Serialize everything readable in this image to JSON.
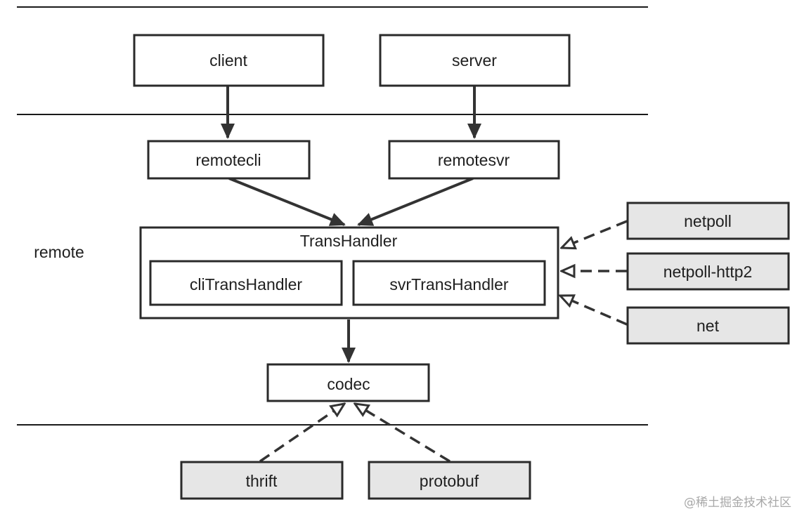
{
  "colors": {
    "box_fill": "#ffffff",
    "impl_box_fill": "#e6e6e6",
    "stroke": "#2a2a2a",
    "watermark": "#a8a8a8"
  },
  "layers": {
    "remote_label": "remote"
  },
  "boxes": {
    "client": "client",
    "server": "server",
    "remotecli": "remotecli",
    "remotesvr": "remotesvr",
    "trans_handler": "TransHandler",
    "cli_trans_handler": "cliTransHandler",
    "svr_trans_handler": "svrTransHandler",
    "codec": "codec",
    "netpoll": "netpoll",
    "netpoll_http2": "netpoll-http2",
    "net": "net",
    "thrift": "thrift",
    "protobuf": "protobuf"
  },
  "watermark": "@稀土掘金技术社区"
}
